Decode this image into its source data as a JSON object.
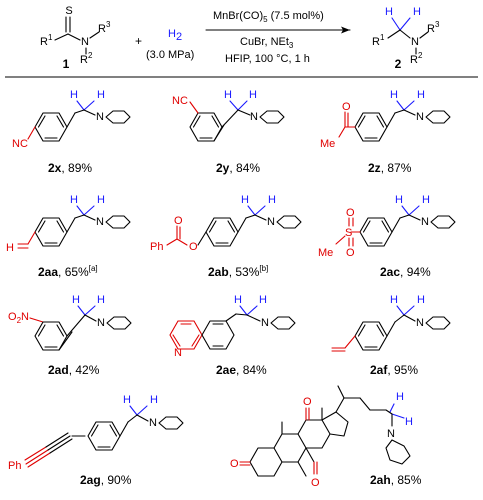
{
  "reaction": {
    "reactant_label": "1",
    "reactant_s": "S",
    "reactant_r1": "R",
    "reactant_r1_sup": "1",
    "reactant_n": "N",
    "reactant_r2": "R",
    "reactant_r2_sup": "2",
    "reactant_r3": "R",
    "reactant_r3_sup": "3",
    "plus": "+",
    "h2": "H",
    "h2_sub": "2",
    "pressure": "(3.0 MPa)",
    "cond_top_1": "MnBr(CO)",
    "cond_top_1_sub": "5",
    "cond_top_2": " (7.5 mol%)",
    "cond_mid": "CuBr, NEt",
    "cond_mid_sub": "3",
    "cond_bot": "HFIP, 100 °C, 1 h",
    "product_label": "2",
    "product_h": "H",
    "product_r1": "R",
    "product_r1_sup": "1",
    "product_n": "N",
    "product_r2": "R",
    "product_r2_sup": "2",
    "product_r3": "R",
    "product_r3_sup": "3"
  },
  "atoms": {
    "n": "N",
    "h": "H",
    "o": "O",
    "s": "S",
    "nc": "NC",
    "me": "Me",
    "ph": "Ph",
    "o2n_o": "O",
    "o2n_sub": "2",
    "o2n_n": "N"
  },
  "compounds": [
    {
      "id": "2x",
      "yield": ", 89%",
      "note": ""
    },
    {
      "id": "2y",
      "yield": ", 84%",
      "note": ""
    },
    {
      "id": "2z",
      "yield": ", 87%",
      "note": ""
    },
    {
      "id": "2aa",
      "yield": ", 65%",
      "note": "[a]"
    },
    {
      "id": "2ab",
      "yield": ", 53%",
      "note": "[b]"
    },
    {
      "id": "2ac",
      "yield": ", 94%",
      "note": ""
    },
    {
      "id": "2ad",
      "yield": ", 42%",
      "note": ""
    },
    {
      "id": "2ae",
      "yield": ", 84%",
      "note": ""
    },
    {
      "id": "2af",
      "yield": ", 95%",
      "note": ""
    },
    {
      "id": "2ag",
      "yield": ", 90%",
      "note": ""
    },
    {
      "id": "2ah",
      "yield": ", 85%",
      "note": ""
    }
  ]
}
